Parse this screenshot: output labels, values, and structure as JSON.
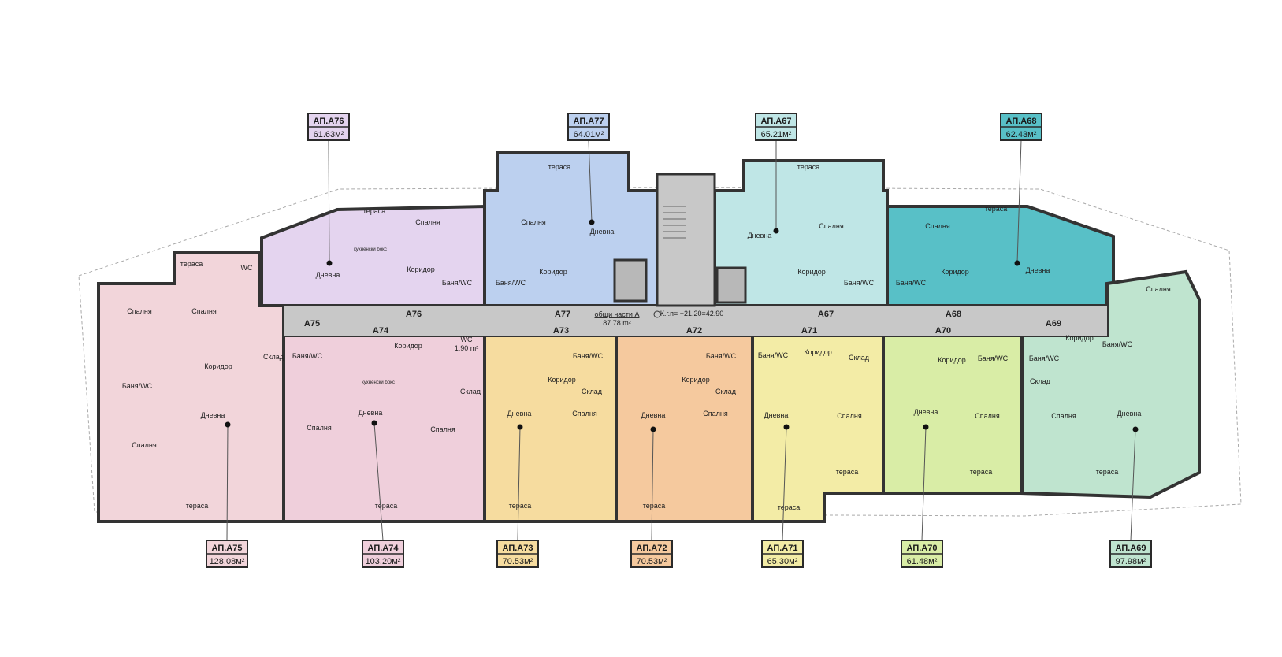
{
  "colors": {
    "corridor": "#c8c8c8",
    "wall": "#333333",
    "window": "#2a3fc8",
    "outline": "#9a9a9a"
  },
  "common": {
    "name": "общи части А",
    "area": "87.78 m²",
    "level": "К.г.п= +21.20=42.90"
  },
  "apartments": [
    {
      "label": "АП.А76",
      "area": "61.63м²",
      "door": "A76",
      "color": "#e4d4ef",
      "rooms": [
        {
          "name": "тераса"
        },
        {
          "name": "Спалня"
        },
        {
          "name": "Дневна"
        },
        {
          "name": "кухненски бокс"
        },
        {
          "name": "Коридор"
        },
        {
          "name": "Баня/WC"
        }
      ]
    },
    {
      "label": "АП.А77",
      "area": "64.01м²",
      "door": "A77",
      "color": "#bcd0ef",
      "rooms": [
        {
          "name": "тераса"
        },
        {
          "name": "Спалня"
        },
        {
          "name": "Дневна"
        },
        {
          "name": "Коридор"
        },
        {
          "name": "Баня/WC"
        }
      ]
    },
    {
      "label": "АП.А67",
      "area": "65.21м²",
      "door": "A67",
      "color": "#bfe6e6",
      "rooms": [
        {
          "name": "тераса"
        },
        {
          "name": "Дневна"
        },
        {
          "name": "Спалня"
        },
        {
          "name": "Коридор"
        },
        {
          "name": "Баня/WC"
        }
      ]
    },
    {
      "label": "АП.А68",
      "area": "62.43м²",
      "door": "A68",
      "color": "#58c0c7",
      "rooms": [
        {
          "name": "тераса"
        },
        {
          "name": "Спалня"
        },
        {
          "name": "Дневна"
        },
        {
          "name": "Коридор"
        },
        {
          "name": "Баня/WC"
        }
      ]
    },
    {
      "label": "АП.А75",
      "area": "128.08м²",
      "door": "A75",
      "color": "#f2d5da",
      "rooms": [
        {
          "name": "тераса"
        },
        {
          "name": "WC"
        },
        {
          "name": "Спалня"
        },
        {
          "name": "Спалня"
        },
        {
          "name": "Коридор"
        },
        {
          "name": "Склад"
        },
        {
          "name": "Баня/WC"
        },
        {
          "name": "Дневна"
        },
        {
          "name": "Спалня"
        },
        {
          "name": "тераса"
        }
      ]
    },
    {
      "label": "АП.А74",
      "area": "103.20м²",
      "door": "A74",
      "color": "#efcfdb",
      "rooms": [
        {
          "name": "Баня/WC"
        },
        {
          "name": "Коридор"
        },
        {
          "name": "WC",
          "area": "1.90 m²"
        },
        {
          "name": "Склад"
        },
        {
          "name": "Спалня"
        },
        {
          "name": "Дневна"
        },
        {
          "name": "кухненски бокс"
        },
        {
          "name": "Спалня"
        },
        {
          "name": "тераса"
        }
      ]
    },
    {
      "label": "АП.А73",
      "area": "70.53м²",
      "door": "A73",
      "color": "#f6dc9f",
      "rooms": [
        {
          "name": "Баня/WC"
        },
        {
          "name": "Коридор"
        },
        {
          "name": "Склад"
        },
        {
          "name": "Дневна"
        },
        {
          "name": "Спалня"
        },
        {
          "name": "тераса"
        }
      ]
    },
    {
      "label": "АП.А72",
      "area": "70.53м²",
      "door": "A72",
      "color": "#f5c99e",
      "rooms": [
        {
          "name": "Баня/WC"
        },
        {
          "name": "Коридор"
        },
        {
          "name": "Склад"
        },
        {
          "name": "Дневна"
        },
        {
          "name": "Спалня"
        },
        {
          "name": "тераса"
        }
      ]
    },
    {
      "label": "АП.А71",
      "area": "65.30м²",
      "door": "A71",
      "color": "#f3eca6",
      "rooms": [
        {
          "name": "Баня/WC"
        },
        {
          "name": "Коридор"
        },
        {
          "name": "Склад"
        },
        {
          "name": "Дневна"
        },
        {
          "name": "Спалня"
        },
        {
          "name": "тераса"
        },
        {
          "name": "тераса"
        }
      ]
    },
    {
      "label": "АП.А70",
      "area": "61.48м²",
      "door": "A70",
      "color": "#d9eda6",
      "rooms": [
        {
          "name": "Коридор"
        },
        {
          "name": "Баня/WC"
        },
        {
          "name": "Дневна"
        },
        {
          "name": "Спалня"
        },
        {
          "name": "тераса"
        }
      ]
    },
    {
      "label": "АП.А69",
      "area": "97.98м²",
      "door": "A69",
      "color": "#bfe4cf",
      "rooms": [
        {
          "name": "Спалня"
        },
        {
          "name": "Коридор"
        },
        {
          "name": "Баня/WC"
        },
        {
          "name": "Баня/WC"
        },
        {
          "name": "Склад"
        },
        {
          "name": "Спалня"
        },
        {
          "name": "Дневна"
        },
        {
          "name": "тераса"
        }
      ]
    }
  ]
}
